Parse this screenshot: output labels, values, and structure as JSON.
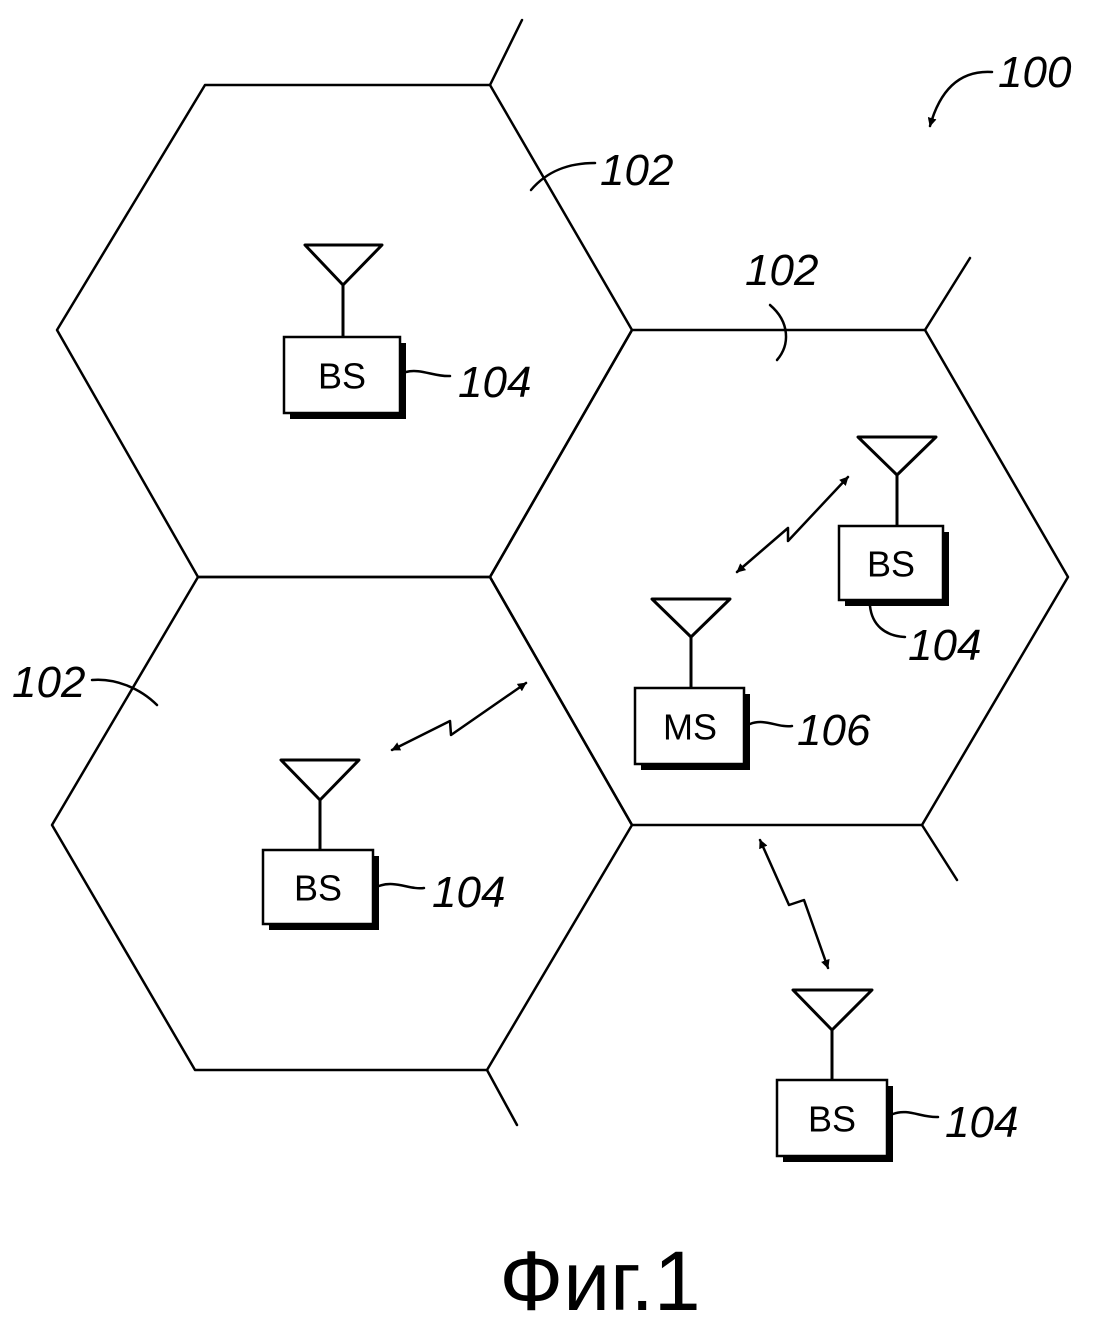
{
  "figure": {
    "caption": "Фиг.1",
    "system_ref": "100",
    "cell_ref": "102",
    "base_station": {
      "label": "BS",
      "ref": "104"
    },
    "mobile_station": {
      "label": "MS",
      "ref": "106"
    }
  }
}
